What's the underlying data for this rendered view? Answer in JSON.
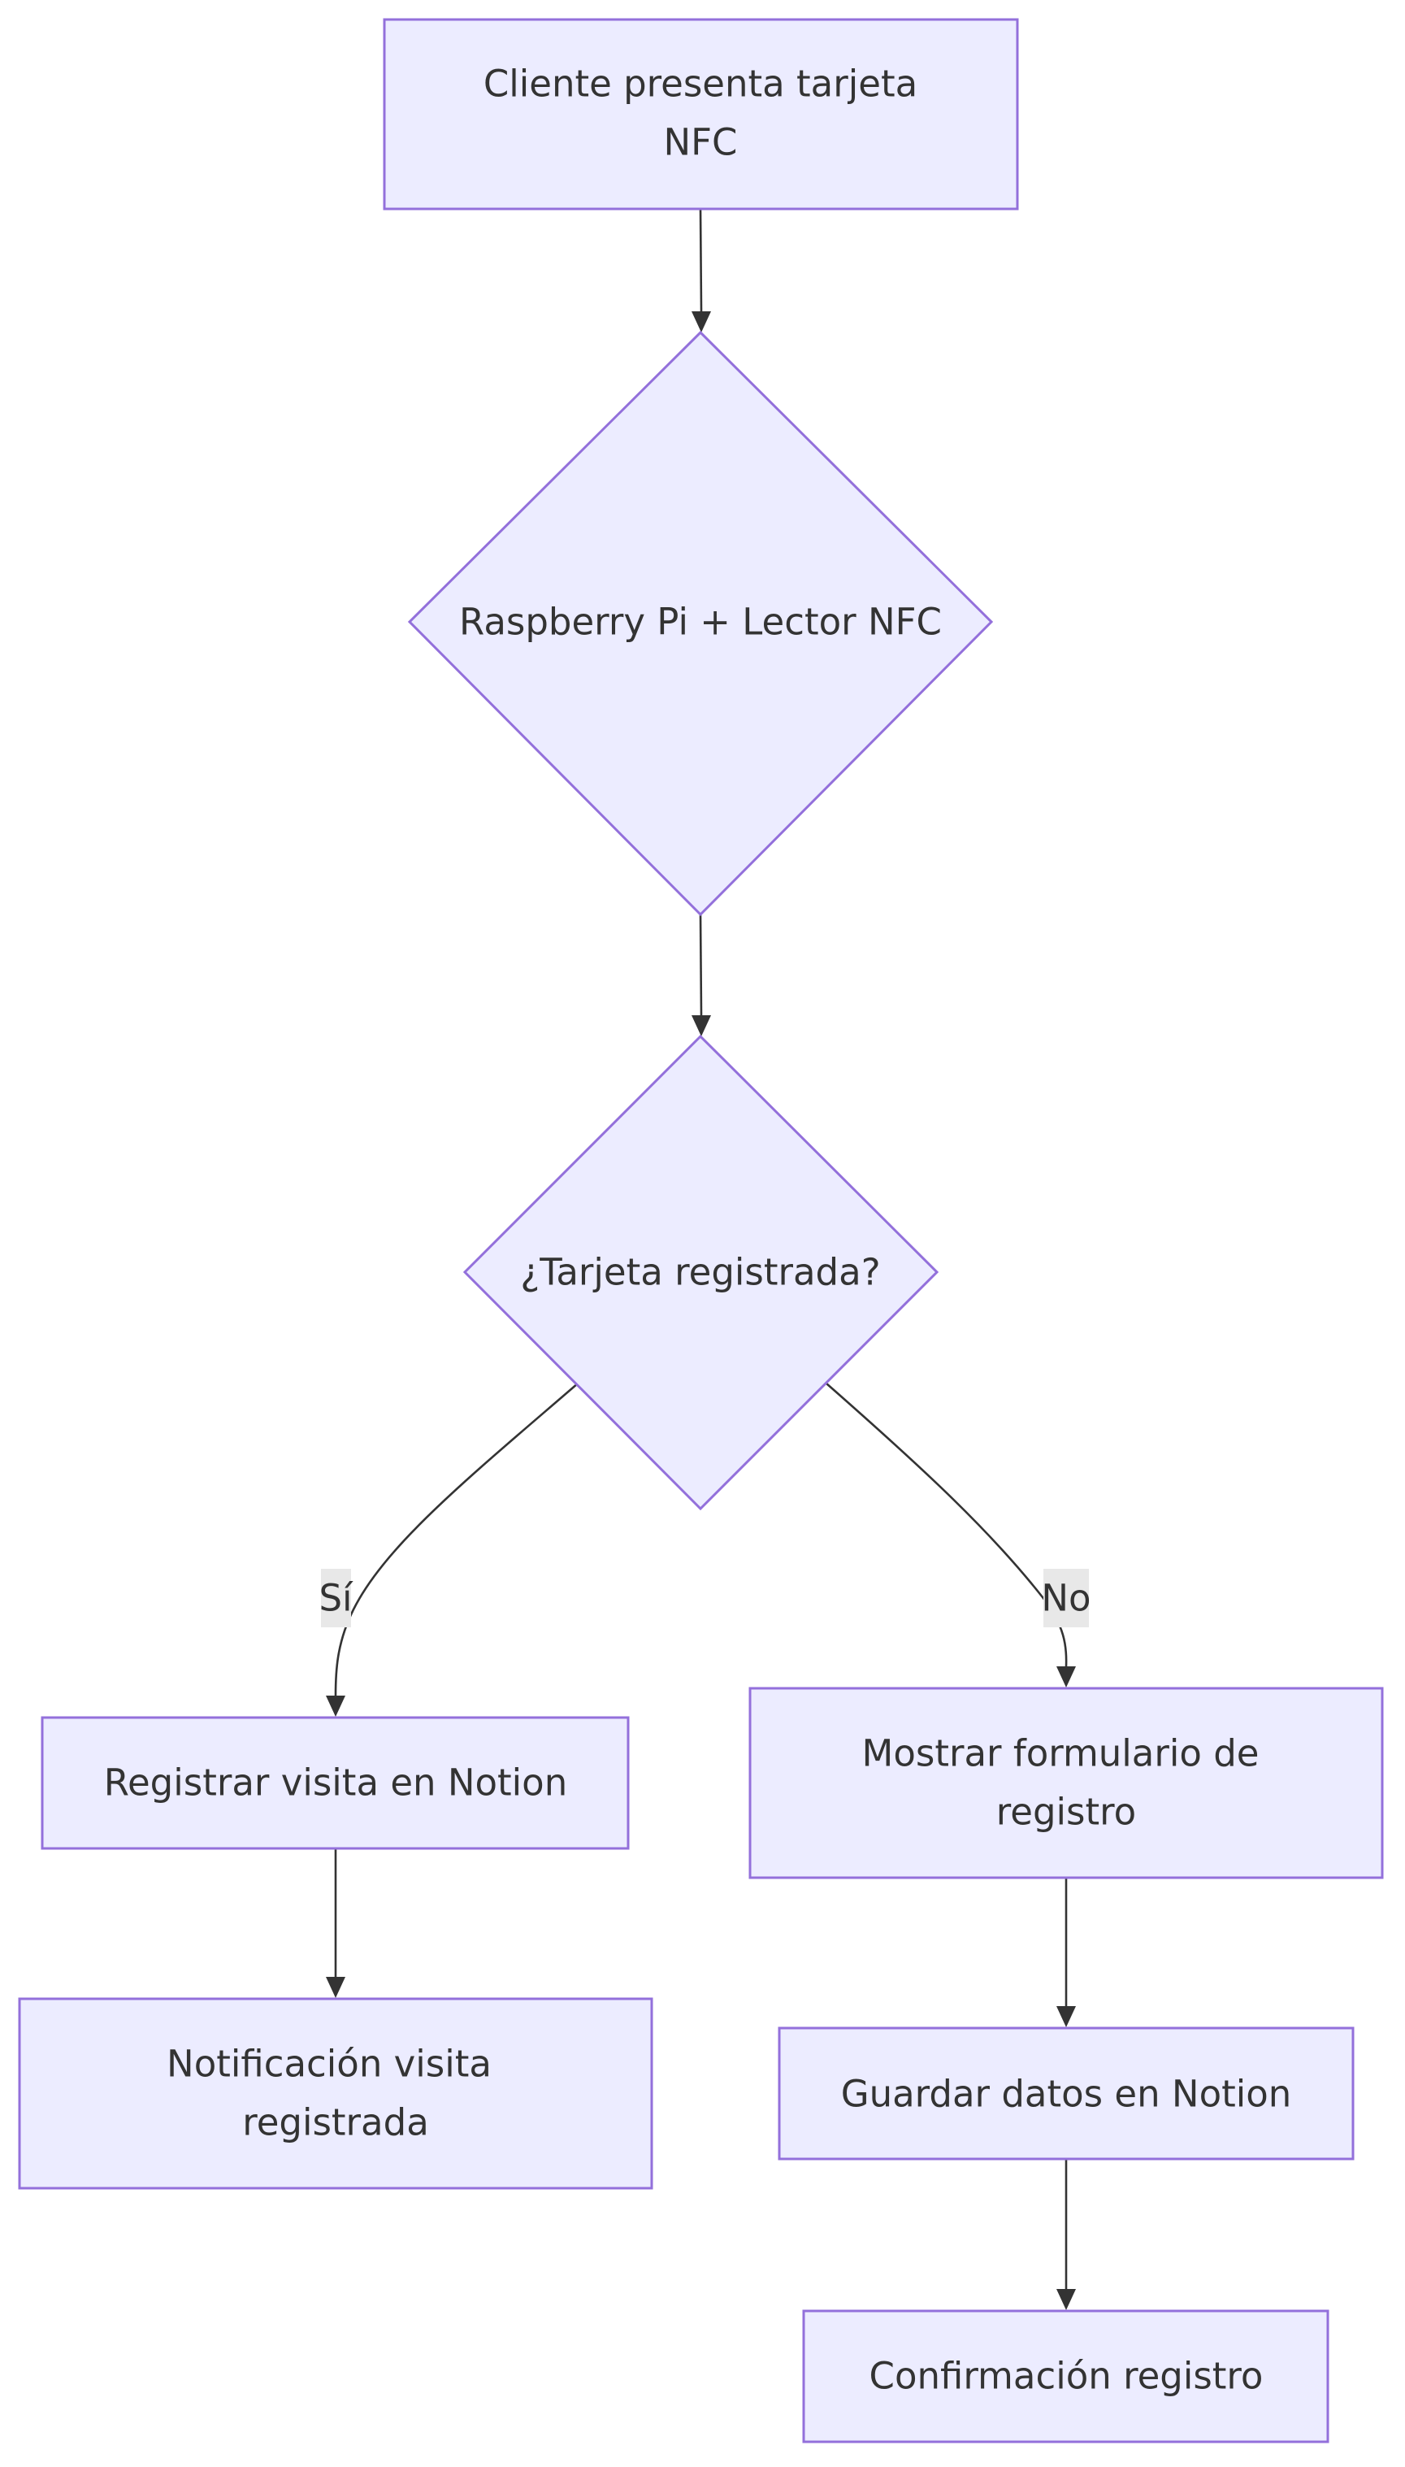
{
  "diagram": {
    "nodes": {
      "cliente": {
        "line1": "Cliente presenta tarjeta",
        "line2": "NFC"
      },
      "raspberry": {
        "label": "Raspberry Pi + Lector NFC"
      },
      "decision": {
        "label": "¿Tarjeta registrada?"
      },
      "registrar": {
        "label": "Registrar visita en Notion"
      },
      "notificacion": {
        "line1": "Notificación visita",
        "line2": "registrada"
      },
      "mostrar": {
        "line1": "Mostrar formulario de",
        "line2": "registro"
      },
      "guardar": {
        "label": "Guardar datos en Notion"
      },
      "confirmacion": {
        "label": "Confirmación registro"
      }
    },
    "edges": {
      "yes_label": "Sí",
      "no_label": "No"
    },
    "colors": {
      "node_fill": "#ececff",
      "node_stroke": "#9370db",
      "edge": "#333333",
      "edge_label_bg": "#e8e8e8",
      "text": "#333333"
    }
  }
}
